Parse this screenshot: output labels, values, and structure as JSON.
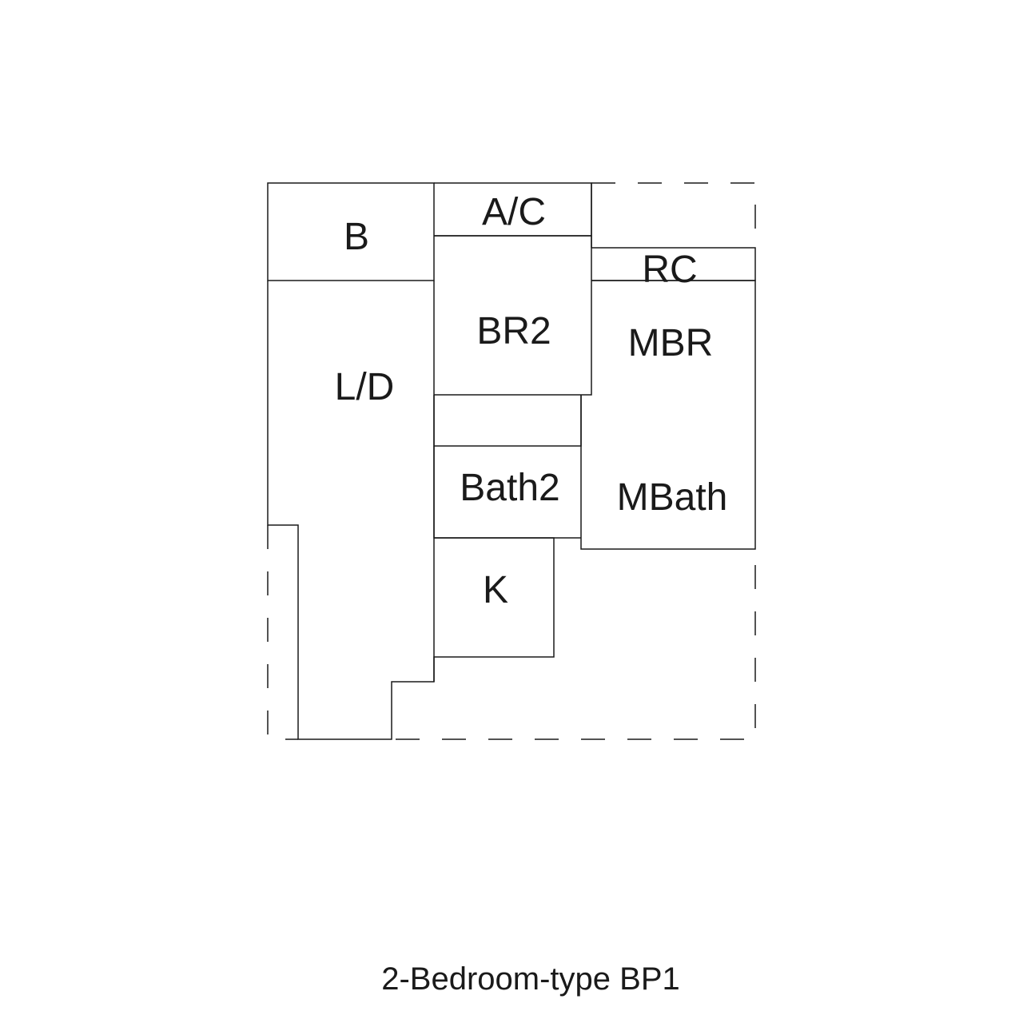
{
  "plan": {
    "rooms": {
      "b": "B",
      "ac": "A/C",
      "rc": "RC",
      "br2": "BR2",
      "mbr": "MBR",
      "ld": "L/D",
      "bath2": "Bath2",
      "mbath": "MBath",
      "k": "K"
    },
    "caption": "2-Bedroom-type BP1"
  }
}
